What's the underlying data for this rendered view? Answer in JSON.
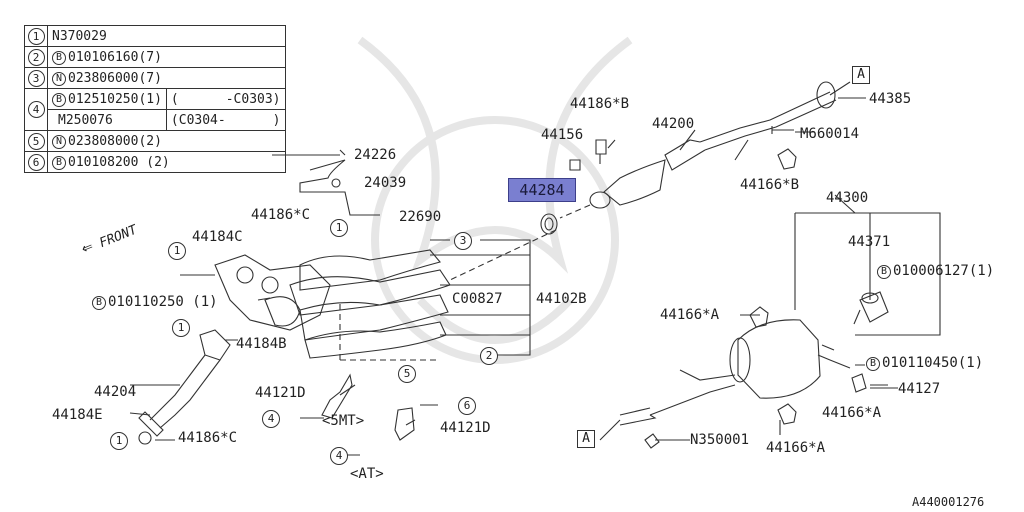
{
  "legend": [
    {
      "num": "1",
      "rows": [
        {
          "prefix": "",
          "text": "N370029",
          "range": ""
        }
      ]
    },
    {
      "num": "2",
      "rows": [
        {
          "prefix": "B",
          "text": "010106160(7)",
          "range": ""
        }
      ]
    },
    {
      "num": "3",
      "rows": [
        {
          "prefix": "N",
          "text": "023806000(7)",
          "range": ""
        }
      ]
    },
    {
      "num": "4",
      "rows": [
        {
          "prefix": "B",
          "text": "012510250(1)",
          "range": "(      -C0303)"
        },
        {
          "prefix": "",
          "text": "M250076",
          "range": "(C0304-      )"
        }
      ]
    },
    {
      "num": "5",
      "rows": [
        {
          "prefix": "N",
          "text": "023808000(2)",
          "range": ""
        }
      ]
    },
    {
      "num": "6",
      "rows": [
        {
          "prefix": "B",
          "text": "010108200 (2)",
          "range": ""
        }
      ]
    }
  ],
  "labels": {
    "p44385": "44385",
    "p44186b": "44186*B",
    "p44200": "44200",
    "p44156": "44156",
    "m660014": "M660014",
    "p24226": "24226",
    "p24039": "24039",
    "p44166b": "44166*B",
    "p44284": "44284",
    "p44300": "44300",
    "p44186c_top": "44186*C",
    "p22690": "22690",
    "p44371": "44371",
    "p44184c": "44184C",
    "b010006127": "010006127(1)",
    "c00827": "C00827",
    "p44102b": "44102B",
    "b010110250": "010110250 (1)",
    "p44166a_left": "44166*A",
    "p44184b": "44184B",
    "b010110450": "010110450(1)",
    "p44204": "44204",
    "p44121d_a": "44121D",
    "p44127": "44127",
    "p44166a_mid": "44166*A",
    "p44184e": "44184E",
    "mt5": "<5MT>",
    "p44121d_b": "44121D",
    "p44186c_bot": "44186*C",
    "n350001": "N350001",
    "p44166a_bot": "44166*A",
    "at": "<AT>",
    "front": "FRONT",
    "box_a": "A",
    "b_letter": "B",
    "diagram_id": "A440001276"
  }
}
